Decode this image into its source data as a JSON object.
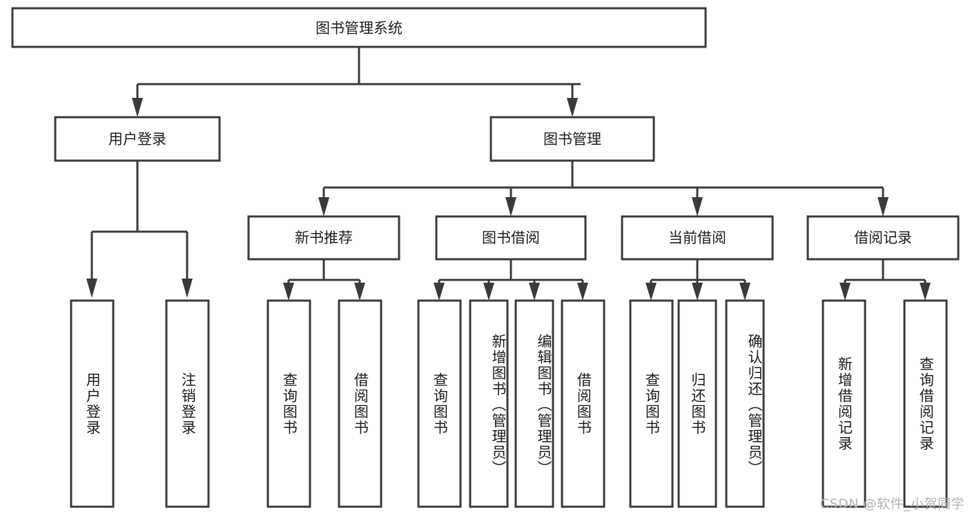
{
  "diagram": {
    "title": "图书管理系统",
    "type": "tree",
    "watermark": "CSDN @软件_小贺同学",
    "colors": {
      "box_stroke": "#3a3a3a",
      "box_fill": "#ffffff",
      "text": "#1d1d1d",
      "background": "#ffffff",
      "watermark": "#b4b4b4"
    },
    "root": {
      "label": "图书管理系统"
    },
    "level2": [
      {
        "label": "用户登录"
      },
      {
        "label": "图书管理"
      }
    ],
    "level3": [
      {
        "label": "新书推荐"
      },
      {
        "label": "图书借阅"
      },
      {
        "label": "当前借阅"
      },
      {
        "label": "借阅记录"
      }
    ],
    "leaves": {
      "user_login": [
        {
          "label": "用户登录"
        },
        {
          "label": "注销登录"
        }
      ],
      "new_book_recommend": [
        {
          "label": "查询图书"
        },
        {
          "label": "借阅图书"
        }
      ],
      "book_borrow": [
        {
          "label": "查询图书"
        },
        {
          "label": "新增图书（管理员）"
        },
        {
          "label": "编辑图书（管理员）"
        },
        {
          "label": "借阅图书"
        }
      ],
      "current_borrow": [
        {
          "label": "查询图书"
        },
        {
          "label": "归还图书"
        },
        {
          "label": "确认归还（管理员）"
        }
      ],
      "borrow_record": [
        {
          "label": "新增借阅记录"
        },
        {
          "label": "查询借阅记录"
        }
      ]
    }
  }
}
